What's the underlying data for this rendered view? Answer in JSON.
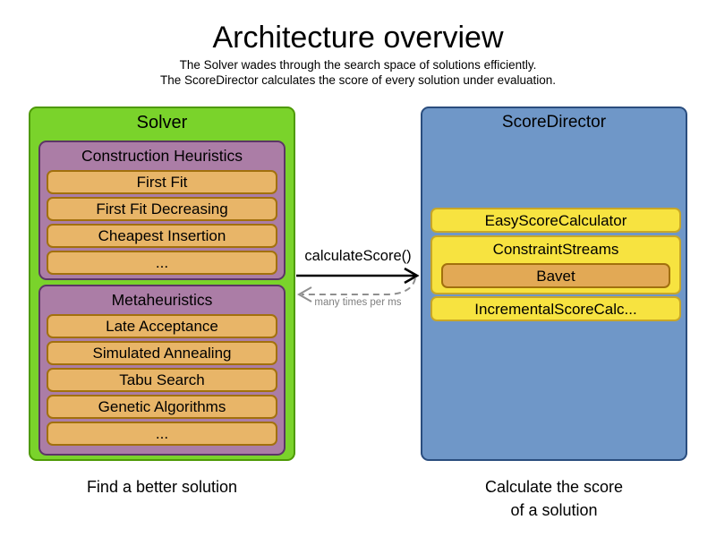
{
  "title": "Architecture overview",
  "subtitle_line1": "The Solver wades through the search space of solutions efficiently.",
  "subtitle_line2": "The ScoreDirector calculates the score of every solution under evaluation.",
  "solver": {
    "label": "Solver",
    "caption": "Find a better solution",
    "construction_heuristics": {
      "label": "Construction Heuristics",
      "items": [
        "First Fit",
        "First Fit Decreasing",
        "Cheapest Insertion",
        "..."
      ]
    },
    "metaheuristics": {
      "label": "Metaheuristics",
      "items": [
        "Late Acceptance",
        "Simulated Annealing",
        "Tabu Search",
        "Genetic Algorithms",
        "..."
      ]
    }
  },
  "score_director": {
    "label": "ScoreDirector",
    "caption_line1": "Calculate the score",
    "caption_line2": "of a solution",
    "easy_score_calculator": "EasyScoreCalculator",
    "constraint_streams": {
      "label": "ConstraintStreams",
      "inner": "Bavet"
    },
    "incremental_score_calculator": "IncrementalScoreCalc..."
  },
  "arrow": {
    "call_label": "calculateScore()",
    "frequency_label": "many times per ms"
  },
  "colors": {
    "green_fill": "#7ad32b",
    "green_border": "#4e9a06",
    "purple_fill": "#ab7da6",
    "purple_border": "#5c3566",
    "orange_fill": "#e8b568",
    "orange_border": "#a2700d",
    "yellow_fill": "#f7e340",
    "yellow_border": "#c8a727",
    "bavet_fill": "#e2a955",
    "blue_fill": "#6f97c8",
    "blue_border": "#2a4d7e",
    "arrow_black": "#000000",
    "arrow_gray": "#8f8f8f",
    "freq_text": "#7f7f7f",
    "text": "#000000"
  }
}
